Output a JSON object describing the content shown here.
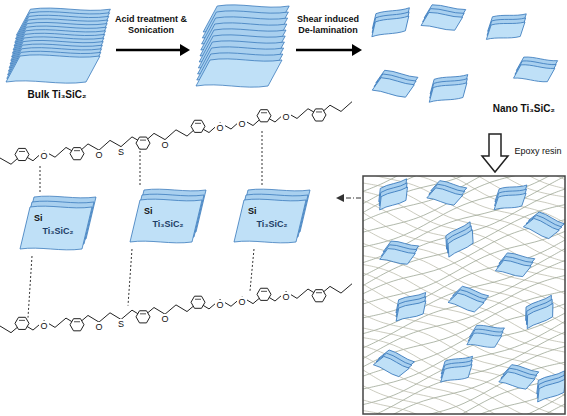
{
  "diagram": {
    "nodes": [
      {
        "text": [
          "Bulk Ti₃SiC₂"
        ]
      },
      {
        "text": [
          "Nano Ti₃SiC₂"
        ]
      },
      {
        "text": [
          "Si",
          "Ti₃SiC₂"
        ]
      },
      {
        "text": [
          "Si",
          "Ti₃SiC₂"
        ]
      },
      {
        "text": [
          "Si",
          "Ti₃SiC₂"
        ]
      }
    ],
    "labels": [
      "Acid treatment & Sonication",
      "Shear induced De-lamination",
      "Epoxy resin",
      "O",
      "O",
      "S",
      "O",
      "O",
      "O",
      "O",
      "O",
      "O",
      "S",
      "O",
      "O",
      "O",
      "O"
    ]
  }
}
